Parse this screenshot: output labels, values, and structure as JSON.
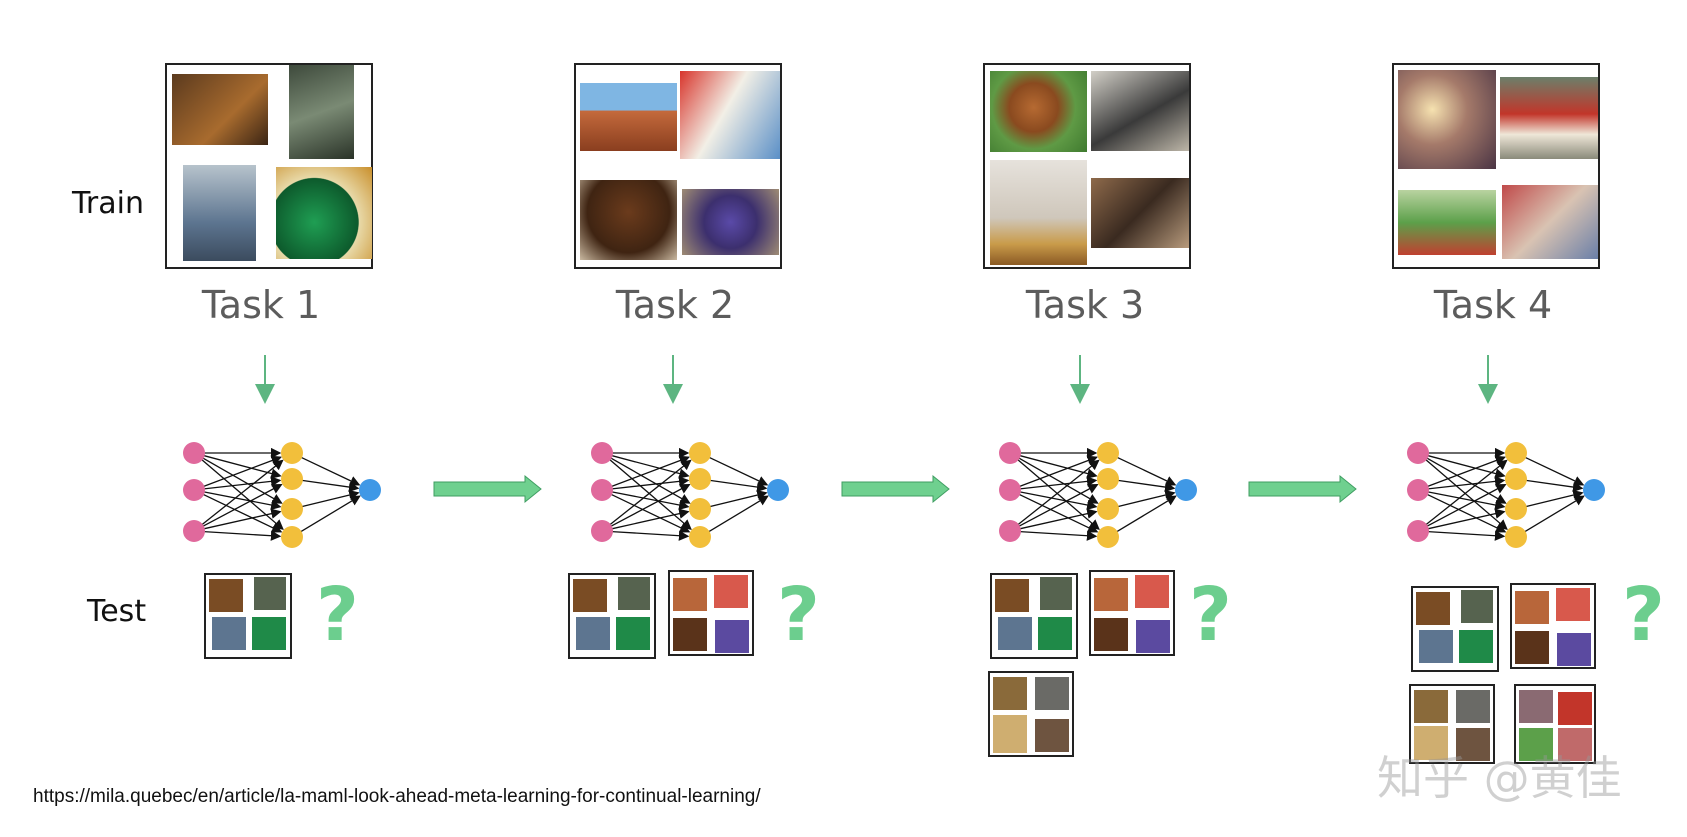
{
  "labels": {
    "train": "Train",
    "test": "Test"
  },
  "tasks": [
    {
      "title": "Task 1"
    },
    {
      "title": "Task 2"
    },
    {
      "title": "Task 3"
    },
    {
      "title": "Task 4"
    }
  ],
  "test_marker": "?",
  "source_url": "https://mila.quebec/en/article/la-maml-look-ahead-meta-learning-for-continual-learning/",
  "watermark": "知乎 @黄佳",
  "colors": {
    "input_node": "#e0699c",
    "hidden_node": "#f2bf3b",
    "output_node": "#3f98e6",
    "arrow": "#5db581",
    "big_arrow": "#6fd08f"
  }
}
